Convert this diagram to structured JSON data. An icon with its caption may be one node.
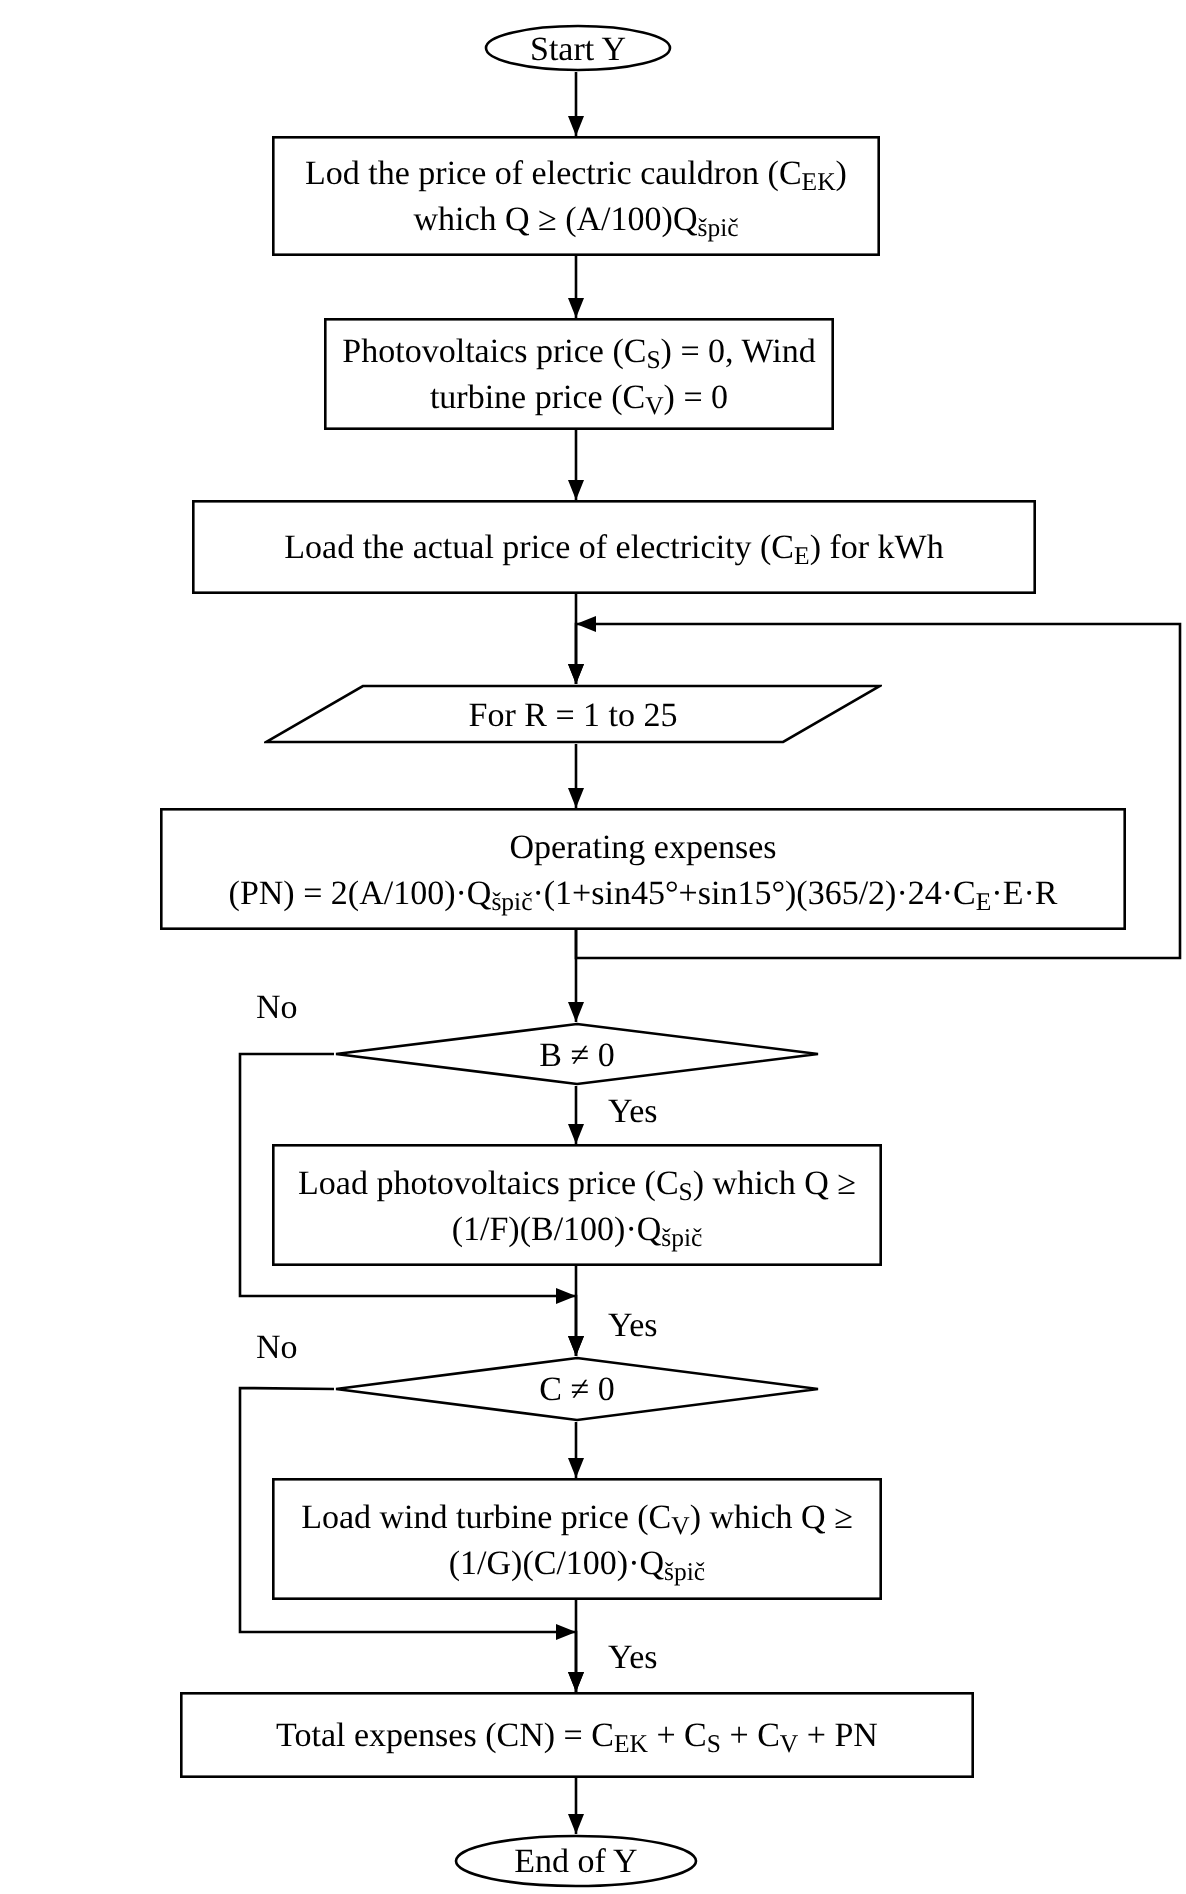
{
  "diagram": {
    "nodes": [
      {
        "text": [
          "Start Y"
        ]
      },
      {
        "text": [
          "Lod the price of electric cauldron (C$_{EK}$) which Q ≥ (A/100)Q$_{špič}$"
        ]
      },
      {
        "text": [
          "Photovoltaics price (C$_{S}$) = 0, Wind turbine price (C$_{V}$) = 0"
        ]
      },
      {
        "text": [
          "Load the actual price of electricity (C$_{E}$) for kWh"
        ]
      },
      {
        "text": [
          "For R = 1 to 25"
        ]
      },
      {
        "text": [
          "Operating expenses",
          "(PN) = 2(A/100)·Q$_{špič}$·(1+sin45°+sin15°)(365/2)·24·C$_{E}$·E·R"
        ]
      },
      {
        "text": [
          "B ≠ 0"
        ]
      },
      {
        "text": [
          "Load photovoltaics price (C$_{S}$) which Q ≥ (1/F)(B/100)·Q$_{špič}$"
        ]
      },
      {
        "text": [
          "C ≠ 0"
        ]
      },
      {
        "text": [
          "Load wind turbine price (C$_{V}$) which Q ≥ (1/G)(C/100)·Q$_{špič}$"
        ]
      },
      {
        "text": [
          "Total expenses (CN) = C$_{EK}$ + C$_{S}$ + C$_{V}$ + PN"
        ]
      },
      {
        "text": [
          "End of Y"
        ]
      }
    ],
    "edges": [
      {
        "from": 0,
        "to": 1,
        "arrow": "to"
      },
      {
        "from": 1,
        "to": 2,
        "arrow": "to"
      },
      {
        "from": 2,
        "to": 3,
        "arrow": "to"
      },
      {
        "from": 3,
        "to": 4,
        "arrow": "to"
      },
      {
        "from": 4,
        "to": 5,
        "arrow": "to"
      },
      {
        "from": 5,
        "to": 4,
        "arrow": "to"
      },
      {
        "from": 5,
        "to": 6,
        "arrow": "to"
      },
      {
        "from": 6,
        "to": 7,
        "arrow": "to",
        "label": "Yes"
      },
      {
        "from": 6,
        "to": 8,
        "arrow": "to",
        "label": "No"
      },
      {
        "from": 7,
        "to": 8,
        "arrow": "to",
        "label": "Yes"
      },
      {
        "from": 8,
        "to": 9,
        "arrow": "to"
      },
      {
        "from": 8,
        "to": 10,
        "arrow": "to",
        "label": "No"
      },
      {
        "from": 9,
        "to": 10,
        "arrow": "to",
        "label": "Yes"
      },
      {
        "from": 10,
        "to": 11,
        "arrow": "to"
      }
    ]
  }
}
